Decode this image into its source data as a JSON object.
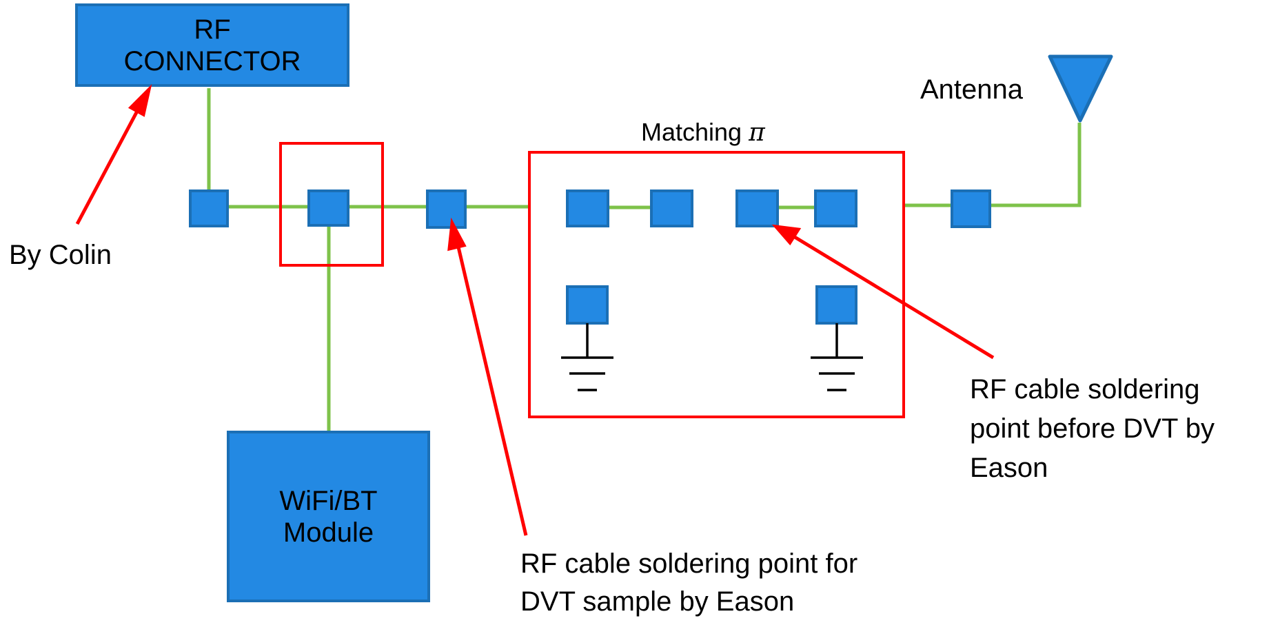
{
  "blocks": {
    "rf_connector": [
      "RF",
      "CONNECTOR"
    ],
    "module": [
      "WiFi/BT",
      "Module"
    ]
  },
  "labels": {
    "antenna": "Antenna",
    "matching": "Matching",
    "matching_symbol": "π",
    "by_colin": "By Colin",
    "note_before_dvt": [
      "RF cable soldering",
      "point before DVT by",
      "Eason"
    ],
    "note_dvt_sample": [
      "RF cable soldering point for",
      "DVT sample by Eason"
    ]
  },
  "colors": {
    "block_fill": "#2389e3",
    "block_stroke": "#1b6fb5",
    "wire": "#7ec24a",
    "highlight": "#ff0000",
    "ground": "#000000"
  }
}
